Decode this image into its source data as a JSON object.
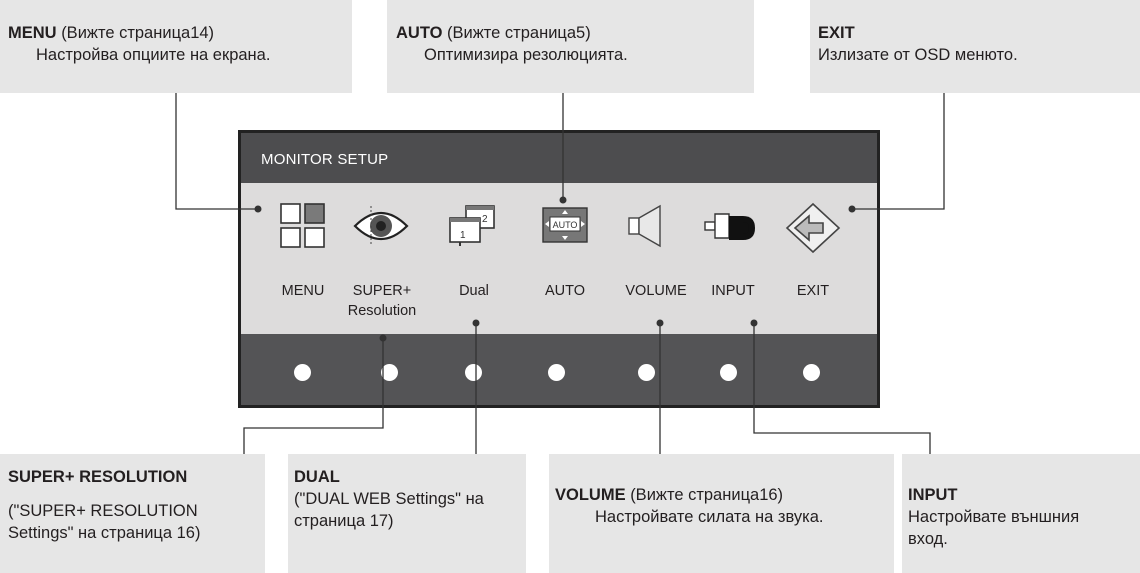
{
  "callouts": {
    "menu": {
      "title": "MENU",
      "ref": "(Вижте страница14)",
      "desc": "Настройва опциите на екрана."
    },
    "auto": {
      "title": "AUTO",
      "ref": "(Вижте страница5)",
      "desc": "Оптимизира резолюцията."
    },
    "exit": {
      "title": "EXIT",
      "desc": "Излизате от OSD менюто."
    },
    "super": {
      "title": "SUPER+ RESOLUTION",
      "ref_line1": "(\"SUPER+ RESOLUTION",
      "ref_line2": "Settings\" на страница 16)"
    },
    "dual": {
      "title": "DUAL",
      "ref_line1": "(\"DUAL WEB Settings\" на",
      "ref_line2": "страница 17)"
    },
    "volume": {
      "title": "VOLUME",
      "ref": "(Вижте страница16)",
      "desc": "Настройвате силата на звука."
    },
    "input": {
      "title": "INPUT",
      "desc_line1": "Настройвате външния",
      "desc_line2": "вход."
    }
  },
  "panel": {
    "title": "MONITOR SETUP",
    "items": [
      {
        "label": "MENU",
        "icon": "menu-grid-icon"
      },
      {
        "label": "SUPER+",
        "label2": "Resolution",
        "icon": "eye-icon"
      },
      {
        "label": "Dual",
        "icon": "dual-monitor-icon"
      },
      {
        "label": "AUTO",
        "icon": "auto-icon"
      },
      {
        "label": "VOLUME",
        "icon": "speaker-icon"
      },
      {
        "label": "INPUT",
        "icon": "input-plug-icon"
      },
      {
        "label": "EXIT",
        "icon": "exit-arrow-icon"
      }
    ],
    "auto_icon_text": "AUTO",
    "dual_icon_numbers": [
      "1",
      "2"
    ]
  },
  "colors": {
    "callout_bg": "#e6e6e6",
    "panel_header": "#4d4d4f",
    "panel_body": "#dddcdc",
    "panel_footer": "#545456"
  }
}
